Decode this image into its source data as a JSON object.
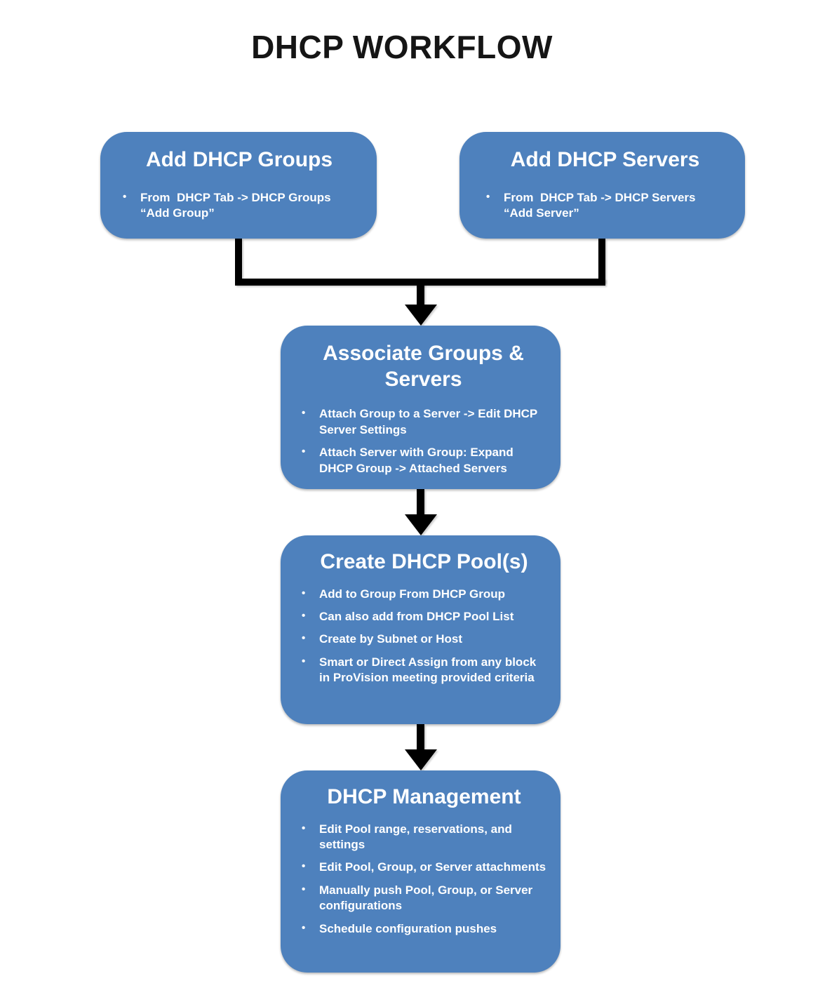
{
  "title": "DHCP WORKFLOW",
  "colors": {
    "box_fill": "#4e81bd",
    "box_text": "#ffffff",
    "connector": "#000000",
    "title_text": "#151515",
    "background": "#ffffff"
  },
  "boxes": {
    "add_groups": {
      "heading": "Add DHCP Groups",
      "bullets": [
        "From  DHCP Tab -> DHCP Groups “Add Group”"
      ]
    },
    "add_servers": {
      "heading": "Add DHCP Servers",
      "bullets": [
        "From  DHCP Tab -> DHCP Servers “Add Server”"
      ]
    },
    "associate": {
      "heading": "Associate Groups & Servers",
      "bullets": [
        "Attach Group to a Server -> Edit DHCP Server Settings",
        "Attach Server with Group: Expand DHCP Group -> Attached Servers"
      ]
    },
    "create_pools": {
      "heading": "Create DHCP Pool(s)",
      "bullets": [
        "Add to Group From DHCP Group",
        "Can also add from DHCP Pool List",
        "Create by Subnet or Host",
        "Smart or Direct Assign from any block in ProVision meeting provided criteria"
      ]
    },
    "management": {
      "heading": "DHCP Management",
      "bullets": [
        "Edit Pool range, reservations, and settings",
        "Edit Pool, Group, or Server attachments",
        "Manually push Pool, Group, or Server configurations",
        "Schedule configuration pushes"
      ]
    }
  }
}
